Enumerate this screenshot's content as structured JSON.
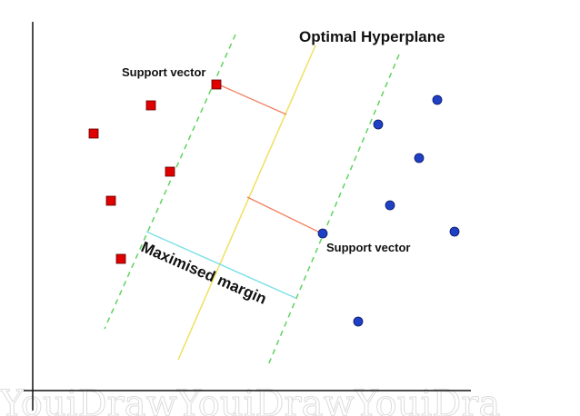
{
  "diagram": {
    "title": "Optimal Hyperplane",
    "support_vector_label_top": "Support vector",
    "support_vector_label_bottom": "Support vector",
    "margin_label": "Maximised margin",
    "watermark": "YouiDrawYouiDrawYouiDra",
    "colors": {
      "class_a": "#e00000",
      "class_b": "#1f3fc4",
      "hyperplane": "#f0e060",
      "margin_boundaries": "#5fd35f",
      "margin_measure": "#7ee0e8",
      "distance_lines": "#f08060",
      "axes": "#111111"
    },
    "shapes": {
      "class_a": "square",
      "class_b": "circle"
    }
  }
}
